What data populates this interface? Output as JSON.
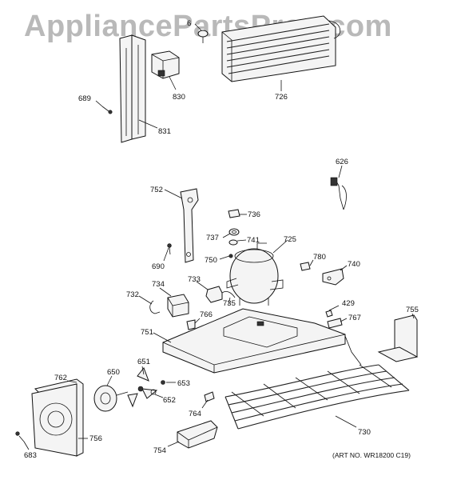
{
  "watermark": "AppliancePartsPros.com",
  "art_number": "(ART NO. WR18200 C19)",
  "parts": [
    {
      "id": "p831",
      "label": "831"
    },
    {
      "id": "p689",
      "label": "689"
    },
    {
      "id": "p830",
      "label": "830"
    },
    {
      "id": "p6x",
      "label": "6"
    },
    {
      "id": "p726",
      "label": "726"
    },
    {
      "id": "p626",
      "label": "626"
    },
    {
      "id": "p752",
      "label": "752"
    },
    {
      "id": "p690",
      "label": "690"
    },
    {
      "id": "p736",
      "label": "736"
    },
    {
      "id": "p737",
      "label": "737"
    },
    {
      "id": "p741",
      "label": "741"
    },
    {
      "id": "p725",
      "label": "725"
    },
    {
      "id": "p750",
      "label": "750"
    },
    {
      "id": "p780",
      "label": "780"
    },
    {
      "id": "p740",
      "label": "740"
    },
    {
      "id": "p734",
      "label": "734"
    },
    {
      "id": "p733",
      "label": "733"
    },
    {
      "id": "p732",
      "label": "732"
    },
    {
      "id": "p735",
      "label": "735"
    },
    {
      "id": "p766",
      "label": "766"
    },
    {
      "id": "p429",
      "label": "429"
    },
    {
      "id": "p767",
      "label": "767"
    },
    {
      "id": "p755",
      "label": "755"
    },
    {
      "id": "p751",
      "label": "751"
    },
    {
      "id": "p651",
      "label": "651"
    },
    {
      "id": "p650",
      "label": "650"
    },
    {
      "id": "p762",
      "label": "762"
    },
    {
      "id": "p653",
      "label": "653"
    },
    {
      "id": "p652",
      "label": "652"
    },
    {
      "id": "p764",
      "label": "764"
    },
    {
      "id": "p756",
      "label": "756"
    },
    {
      "id": "p754",
      "label": "754"
    },
    {
      "id": "p683",
      "label": "683"
    },
    {
      "id": "p730",
      "label": "730"
    }
  ]
}
